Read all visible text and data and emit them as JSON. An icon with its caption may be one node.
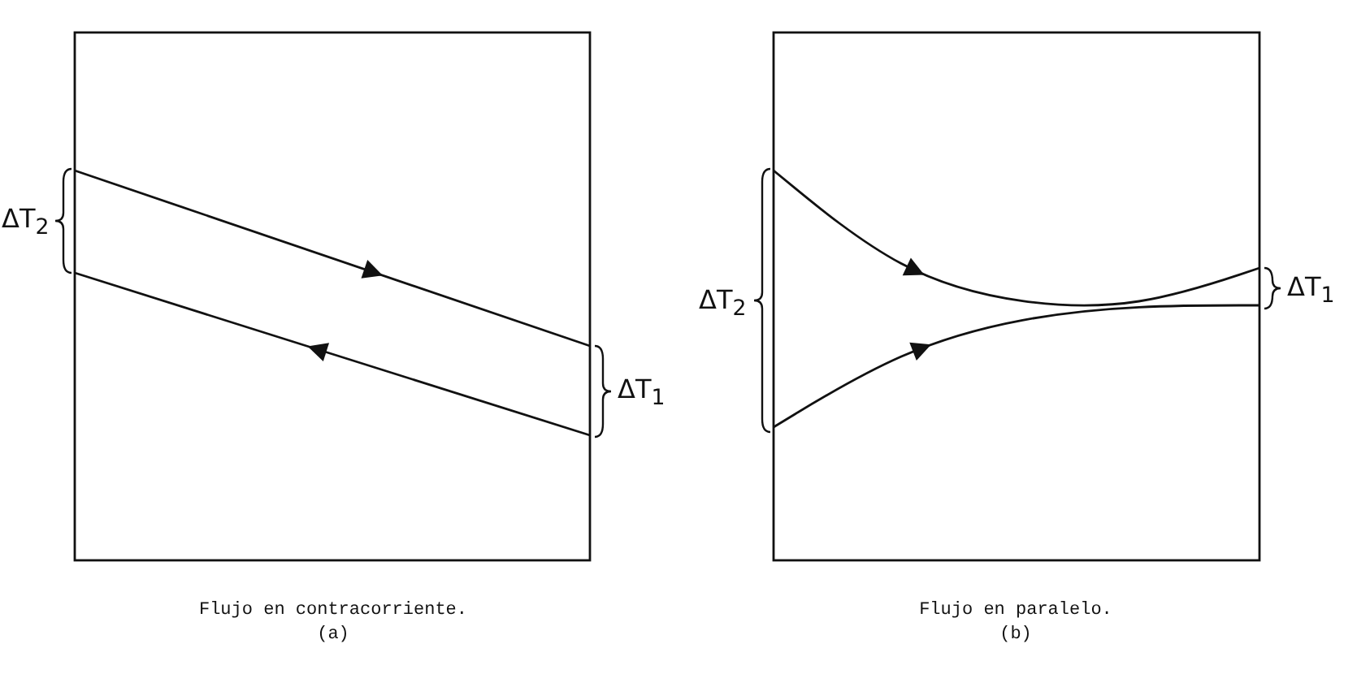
{
  "diagram": {
    "labels": [
      "ΔT$_{2}$",
      "ΔT$_{1}$",
      "ΔT$_{2}$",
      "ΔT$_{1}$",
      "Flujo en contracorriente.",
      "(a)",
      "Flujo en paralelo.",
      "(b)"
    ]
  }
}
